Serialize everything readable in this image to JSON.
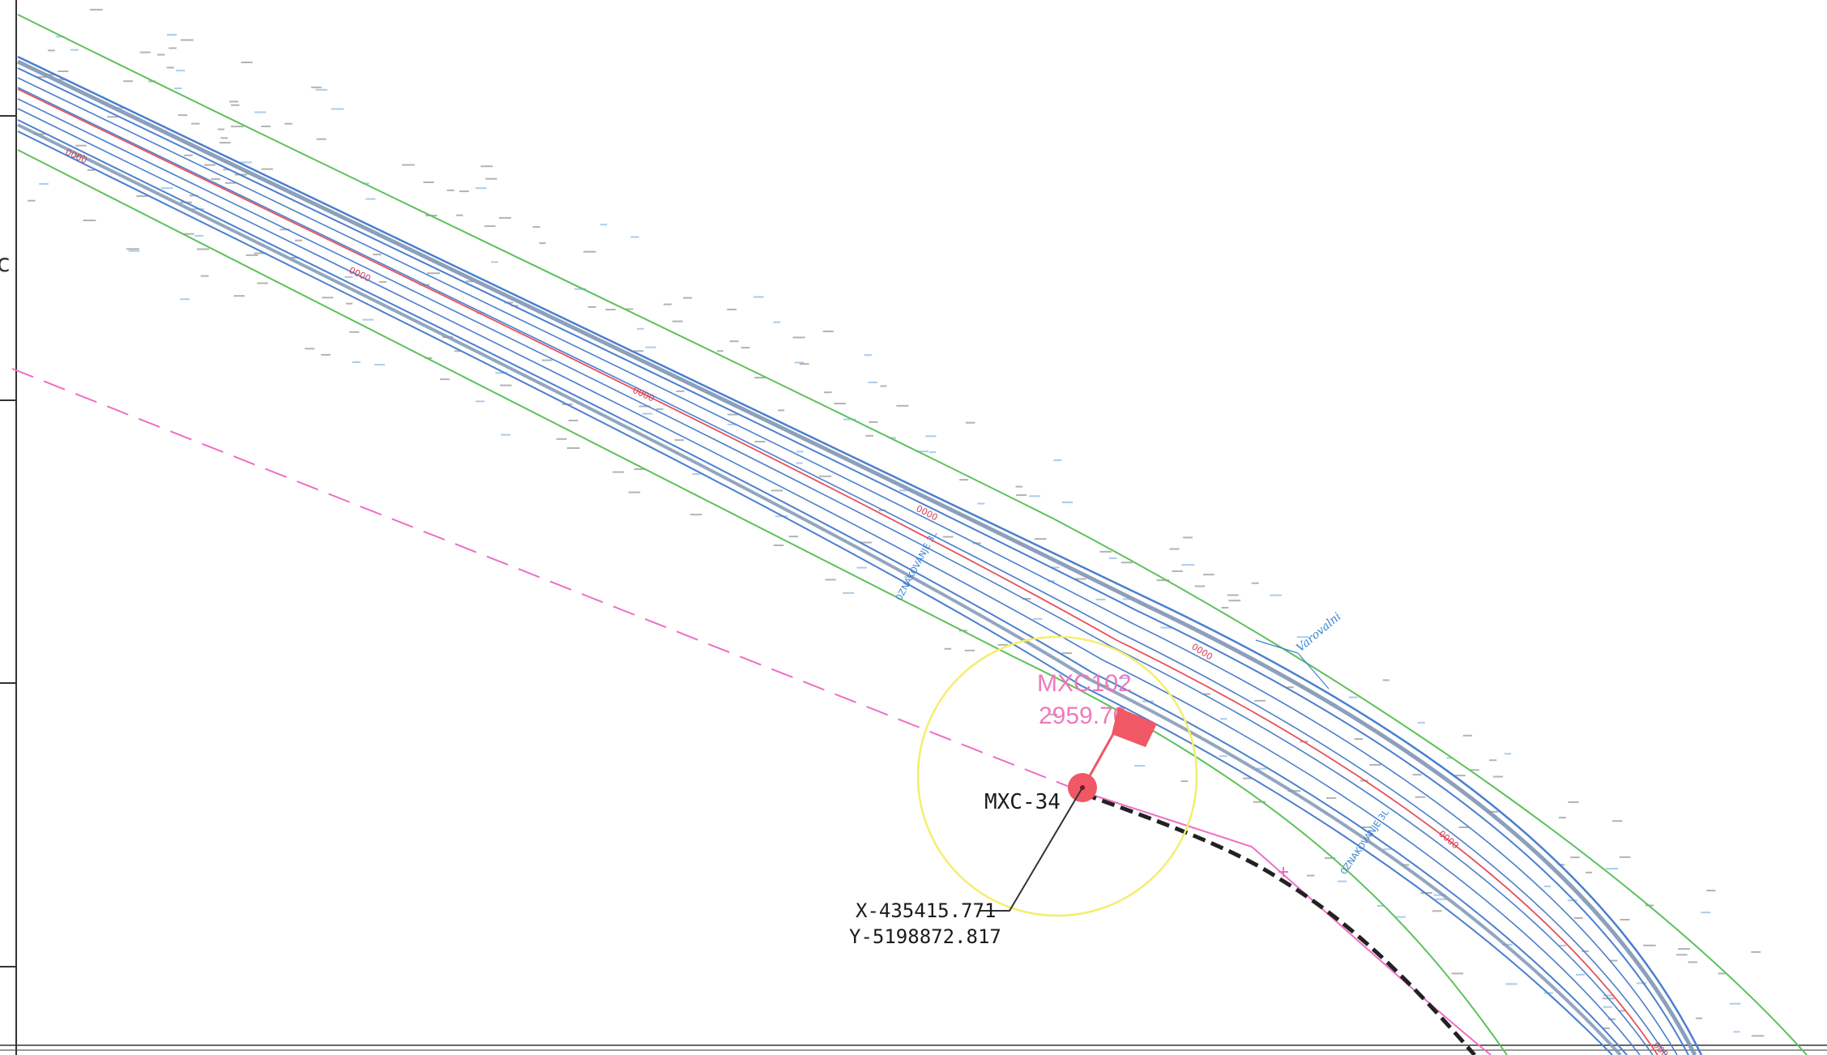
{
  "control_point": {
    "id": "MXC-34",
    "x_coord": "X-435415.771",
    "y_coord": "Y-5198872.817"
  },
  "station": {
    "name": "MXC102",
    "value": "2959.70"
  },
  "alignment_labels": {
    "track_label_left": "0ZNAKOVANJE 3L",
    "track_label_right": "0ZNAKOVANJE 3L",
    "fence_label": "Varovalni"
  },
  "colors": {
    "road_lines": "#4a7fce",
    "green_boundary": "#5cc15a",
    "pink_boundary": "#ee6fc4",
    "red_axis": "#e8505c",
    "marker": "#ef5864",
    "circle": "#f4ee6e",
    "dashed_path": "#222222",
    "frame": "#333333"
  },
  "icons": {
    "marker": "red-dot-icon",
    "flag": "red-flag-icon"
  }
}
